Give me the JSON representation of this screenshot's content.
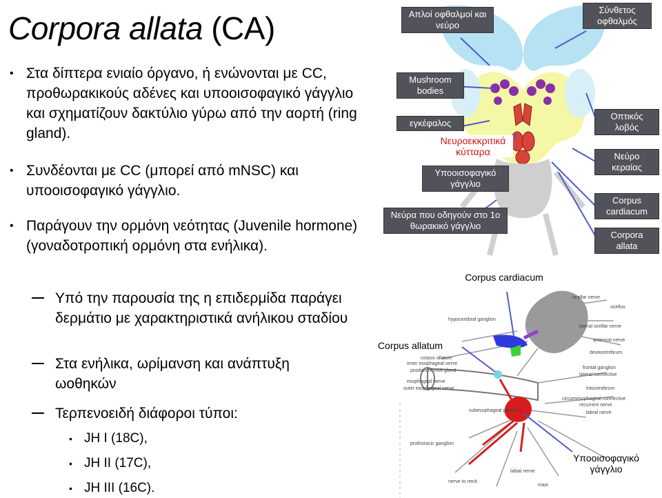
{
  "slide": {
    "title_italic": "Corpora allata",
    "title_rest": " (CA)",
    "bullets": [
      "Στα δίπτερα ενιαίο όργανο, ή ενώνονται με CC, προθωρακικούς αδένες και υποοισοφαγικό γάγγλιο και σχηματίζουν δακτύλιο γύρω από την αορτή (ring gland).",
      "Συνδέονται με CC (μπορεί από mNSC) και υποοισοφαγικό γάγγλιο.",
      "Παράγουν την ορμόνη νεότητας (Juvenile hormone) (γοναδοτροπική ορμόνη στα ενήλικα)."
    ],
    "subbullets": [
      "Υπό την παρουσία της η επιδερμίδα παράγει δερμάτιο με χαρακτηριστικά ανήλικου σταδίου",
      "Στα ενήλικα, ωρίμανση και ανάπτυξη ωοθηκών",
      "Τερπενοειδή διάφοροι τύποι:"
    ],
    "subsub": [
      "JH I (18C),",
      "JH II (17C),",
      "JH III (16C)."
    ]
  },
  "diagram_top": {
    "labels": {
      "simple_eyes": "Απλοί οφθαλμοί και νεύρο",
      "compound_eye": "Σύνθετος οφθαλμός",
      "mushroom": "Mushroom bodies",
      "brain": "εγκέφαλος",
      "nsc": "Νευροεκκριτικά κύτταρα",
      "subesophageal": "Υποοισοφαγικό γάγγλιο",
      "nerves": "Νεύρα που οδηγούν στο 1ο θωρακικό γάγγλιο",
      "optic_lobe": "Οπτικός λοβός",
      "antenna_nerve": "Νεύρο κεραίας",
      "corpus_cardiacum": "Corpus cardiacum",
      "corpora_allata": "Corpora allata"
    }
  },
  "diagram_bottom": {
    "labels": {
      "corpus_cardiacum": "Corpus cardiacum",
      "corpus_allatum": "Corpus allatum",
      "subesophageal": "Υποοισοφαγικό γάγγλιο"
    },
    "tiny_labels": [
      "ocellar nerve",
      "ocellus",
      "hypocerebral ganglion",
      "lateral ocellar nerve",
      "antennal nerve",
      "deutocerebrum",
      "corpus allatum",
      "inner esophageal nerve",
      "position of molt gland",
      "frontal ganglion",
      "lateral connective",
      "esophageal nerve",
      "outer esophageal nerve",
      "tritocerebrum",
      "circumesophageal connective",
      "recurrent nerve",
      "labral nerve",
      "subesophageal ganglion",
      "prothoracic ganglion",
      "nerve to neck",
      "labial nerve",
      "maxi"
    ]
  }
}
